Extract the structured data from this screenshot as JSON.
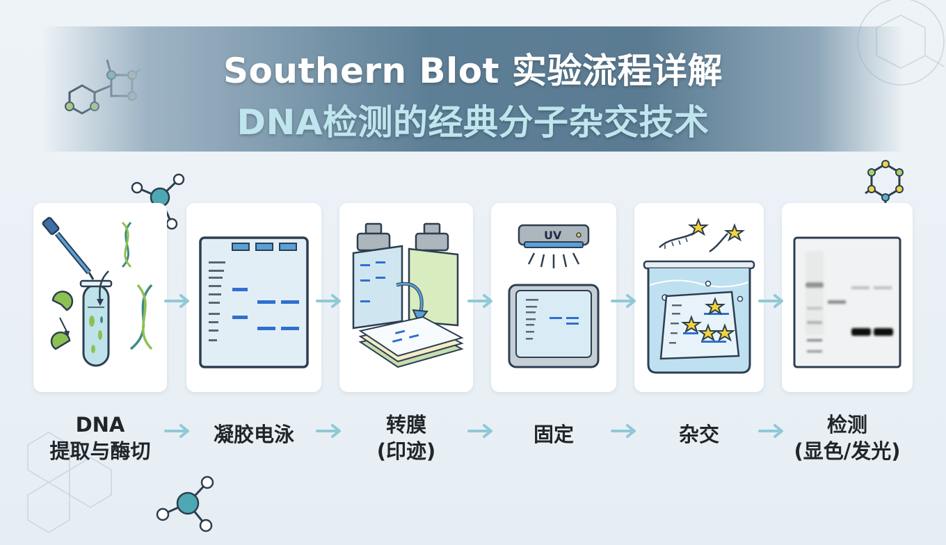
{
  "header": {
    "title_line1": "Southern Blot 实验流程详解",
    "title_line2": "DNA检测的经典分子杂交技术"
  },
  "steps": [
    {
      "line1": "DNA",
      "line2": "提取与酶切"
    },
    {
      "line1": "凝胶电泳",
      "line2": ""
    },
    {
      "line1": "转膜",
      "line2": "(印迹)"
    },
    {
      "line1": "固定",
      "line2": ""
    },
    {
      "line1": "杂交",
      "line2": ""
    },
    {
      "line1": "检测",
      "line2": "(显色/发光)"
    }
  ],
  "uv_lamp_label": "UV",
  "colors": {
    "banner": "#5d7f96",
    "title_primary": "#ffffff",
    "title_secondary": "#bfe6ef",
    "arrow": "#8fc9d6",
    "band_blue": "#2f6fd1",
    "probe_star": "#f2d33a"
  }
}
